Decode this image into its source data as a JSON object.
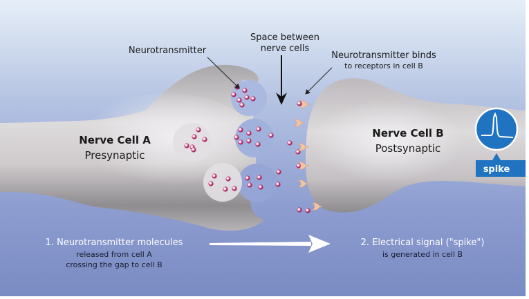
{
  "colors": {
    "bg_top": "#e3edf7",
    "bg_bottom": "#7b8cc4",
    "cell_gray": "#c9c5c7",
    "vesicle": "#e3e0e2",
    "molecule": "#c0306e",
    "receptor": "#f1c7a8",
    "spike_blue": "#1f73c0",
    "label_dark": "#1a1a1a",
    "label_white": "#ffffff"
  },
  "labels": {
    "neurotransmitter": "Neurotransmitter",
    "space_line1": "Space between",
    "space_line2": "nerve cells",
    "binds_line1": "Neurotransmitter binds",
    "binds_line2": "to receptors in cell B",
    "cell_a_name": "Nerve Cell A",
    "cell_a_type": "Presynaptic",
    "cell_b_name": "Nerve Cell B",
    "cell_b_type": "Postsynaptic",
    "spike_tag": "spike",
    "step1_title": "1. Neurotransmitter molecules",
    "step1_line2": "released from cell A",
    "step1_line3": "crossing the gap to cell B",
    "step2_title": "2. Electrical signal (\"spike\")",
    "step2_line2": "is generated in cell B"
  }
}
